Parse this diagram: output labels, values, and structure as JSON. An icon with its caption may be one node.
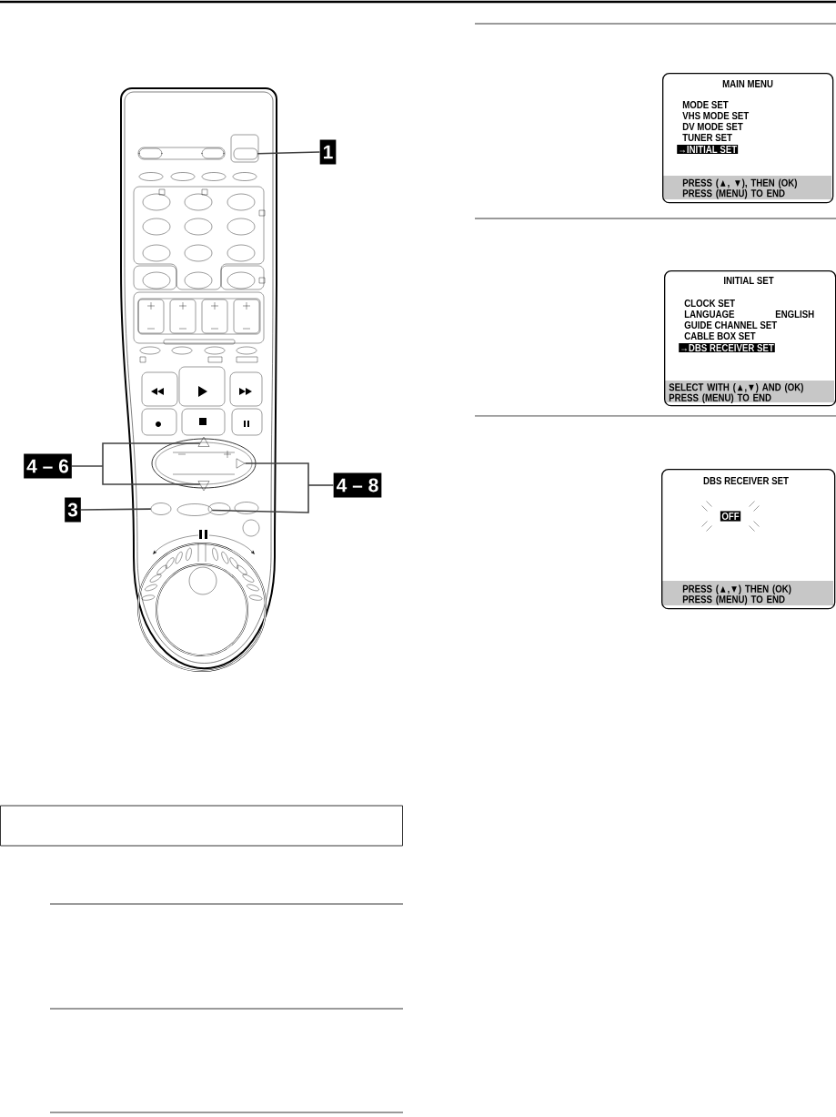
{
  "diagram": {
    "nodes": [
      {
        "text": [
          "1"
        ]
      },
      {
        "text": [
          "4 – 6"
        ]
      },
      {
        "text": [
          "3"
        ]
      },
      {
        "text": [
          "4 – 8"
        ]
      },
      {
        "text": [
          "MAIN MENU",
          "MODE SET",
          "VHS MODE SET",
          "DV MODE SET",
          "TUNER SET",
          "→INITIAL SET",
          "PRESS (▲, ▼), THEN (OK) PRESS (MENU) TO END"
        ]
      },
      {
        "text": [
          "INITIAL SET",
          "CLOCK SET",
          "LANGUAGE",
          "ENGLISH",
          "GUIDE CHANNEL SET",
          "CABLE BOX SET",
          "→DBS RECEIVER SET",
          "SELECT WITH (▲,▼) AND (OK) PRESS (MENU) TO END"
        ]
      },
      {
        "text": [
          "DBS RECEIVER SET",
          "OFF",
          "PRESS (▲,▼) THEN (OK) PRESS (MENU) TO END"
        ]
      },
      {
        "text": [],
        "shape": "button"
      },
      {
        "text": [],
        "shape": "triangle"
      },
      {
        "text": [],
        "shape": "triangle"
      },
      {
        "text": [],
        "shape": "triangle"
      },
      {
        "text": [],
        "shape": "button"
      },
      {
        "text": [],
        "shape": "button"
      },
      {
        "text": [],
        "shape": "button"
      },
      {
        "text": [],
        "shape": "button"
      },
      {
        "text": [],
        "shape": "box"
      }
    ],
    "edges": [
      {
        "from": 0,
        "to": 7,
        "arrow": "none"
      },
      {
        "from": 1,
        "to": 8,
        "arrow": "none"
      },
      {
        "from": 1,
        "to": 10,
        "arrow": "none"
      },
      {
        "from": 2,
        "to": 11,
        "arrow": "none"
      },
      {
        "from": 3,
        "to": 9,
        "arrow": "none"
      },
      {
        "from": 3,
        "to": 12,
        "arrow": "none"
      }
    ]
  }
}
